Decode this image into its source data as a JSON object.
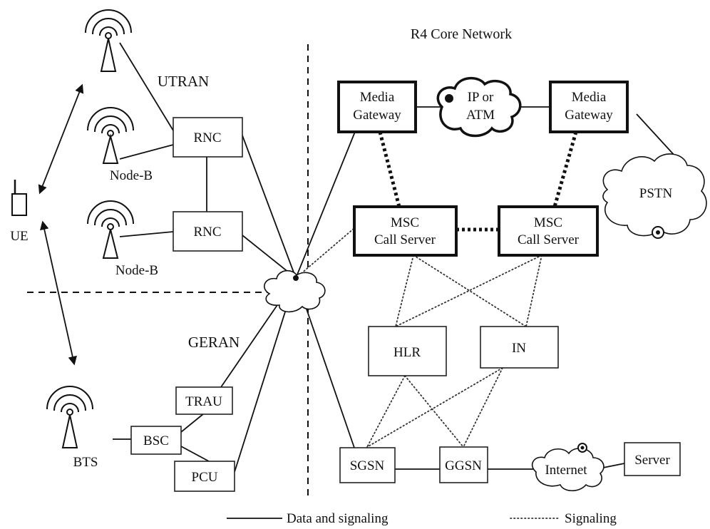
{
  "core_title": "R4 Core Network",
  "regions": {
    "utran": "UTRAN",
    "geran": "GERAN"
  },
  "nodes": {
    "ue": "UE",
    "node_b_upper": "Node-B",
    "node_b_lower": "Node-B",
    "bts": "BTS",
    "rnc_upper": "RNC",
    "rnc_lower": "RNC",
    "trau": "TRAU",
    "bsc": "BSC",
    "pcu": "PCU",
    "media_gateway_left": [
      "Media",
      "Gateway"
    ],
    "media_gateway_right": [
      "Media",
      "Gateway"
    ],
    "ip_atm": [
      "IP or",
      "ATM"
    ],
    "pstn": "PSTN",
    "msc_left": [
      "MSC",
      "Call Server"
    ],
    "msc_right": [
      "MSC",
      "Call Server"
    ],
    "hlr": "HLR",
    "in": "IN",
    "sgsn": "SGSN",
    "ggsn": "GGSN",
    "internet": "Internet",
    "server": "Server"
  },
  "legend": {
    "solid_label": "Data and signaling",
    "dotted_label": "Signaling"
  }
}
